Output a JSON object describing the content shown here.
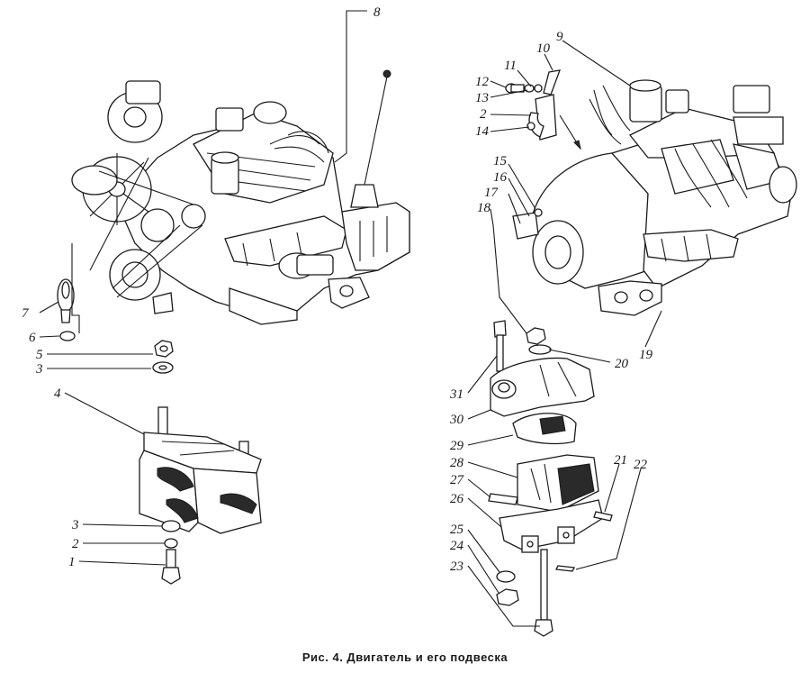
{
  "caption": "Рис. 4. Двигатель и его подвеска",
  "callouts": {
    "c8": "8",
    "c9": "9",
    "c10": "10",
    "c11": "11",
    "c12": "12",
    "c13": "13",
    "c2_right": "2",
    "c14": "14",
    "c15": "15",
    "c16": "16",
    "c17": "17",
    "c18": "18",
    "c19": "19",
    "c20": "20",
    "c31": "31",
    "c30": "30",
    "c29": "29",
    "c28": "28",
    "c27": "27",
    "c26": "26",
    "c25": "25",
    "c24": "24",
    "c23": "23",
    "c21": "21",
    "c22": "22",
    "c7": "7",
    "c6": "6",
    "c5": "5",
    "c3_top": "3",
    "c4": "4",
    "c3_bottom": "3",
    "c2_left": "2",
    "c1": "1"
  }
}
